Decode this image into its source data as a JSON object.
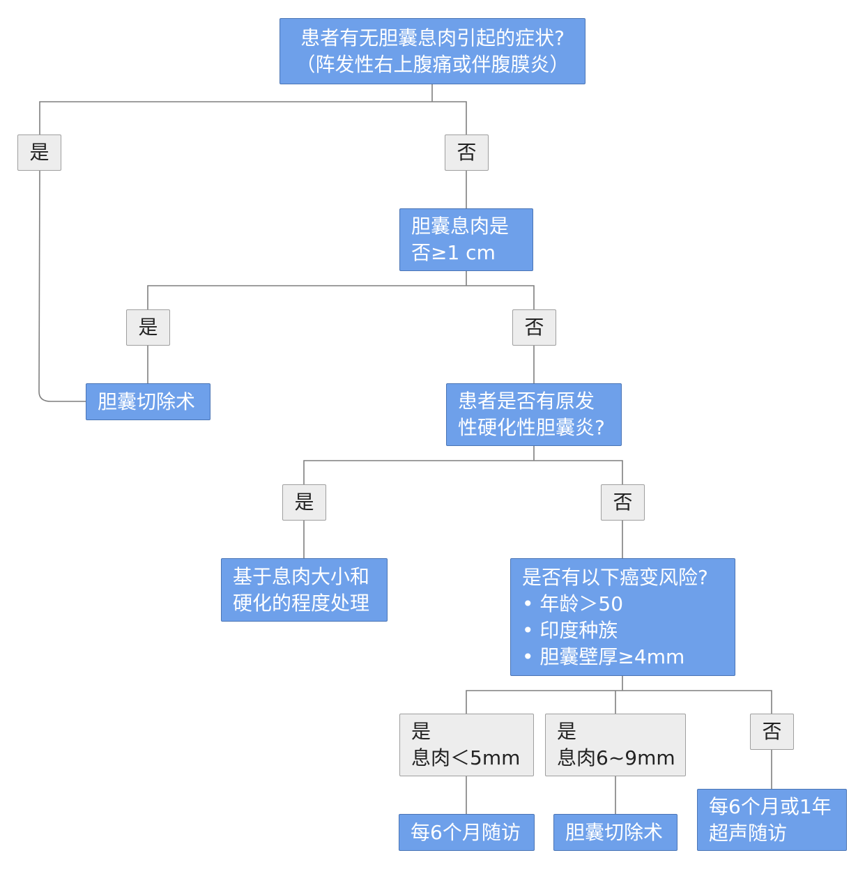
{
  "flowchart": {
    "root": {
      "line1": "患者有无胆囊息肉引起的症状?",
      "line2": "（阵发性右上腹痛或伴腹膜炎）"
    },
    "branch1": {
      "yes_label": "是",
      "no_label": "否",
      "yes_result": "胆囊切除术"
    },
    "q_size": {
      "line1": "胆囊息肉是",
      "line2": "否≥1 cm"
    },
    "branch2": {
      "yes_label": "是",
      "no_label": "否"
    },
    "q_psc": {
      "line1": "患者是否有原发",
      "line2": "性硬化性胆囊炎?"
    },
    "branch3": {
      "yes_label": "是",
      "no_label": "否",
      "yes_result": {
        "line1": "基于息肉大小和",
        "line2": "硬化的程度处理"
      }
    },
    "q_risk": {
      "title": "是否有以下癌变风险?",
      "items": [
        "• 年龄＞50",
        "• 印度种族",
        "• 胆囊壁厚≥4mm"
      ]
    },
    "branch4": {
      "yes_small": {
        "line1": "是",
        "line2": "息肉＜5mm",
        "result": "每6个月随访"
      },
      "yes_mid": {
        "line1": "是",
        "line2": "息肉6~9mm",
        "result": "胆囊切除术"
      },
      "no": {
        "label": "否",
        "result": {
          "line1": "每6个月或1年",
          "line2": "超声随访"
        }
      }
    }
  }
}
